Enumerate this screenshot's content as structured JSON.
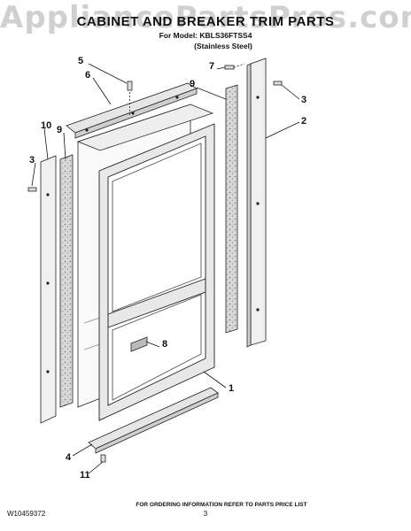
{
  "watermark": "AppliancePartsPros.com",
  "header": {
    "title": "CABINET AND BREAKER TRIM PARTS",
    "model_line": "For Model: KBLS36FTSS4",
    "finish_line": "(Stainless Steel)"
  },
  "callouts": [
    "1",
    "2",
    "3",
    "3",
    "4",
    "5",
    "6",
    "7",
    "8",
    "9",
    "9",
    "10",
    "11"
  ],
  "footer": {
    "doc_number": "W10459372",
    "page_number": "3",
    "ordering_note": "FOR ORDERING INFORMATION REFER TO PARTS PRICE LIST"
  },
  "colors": {
    "line": "#222222",
    "foam": "#b5b5b5",
    "panel": "#f4f4f4"
  }
}
